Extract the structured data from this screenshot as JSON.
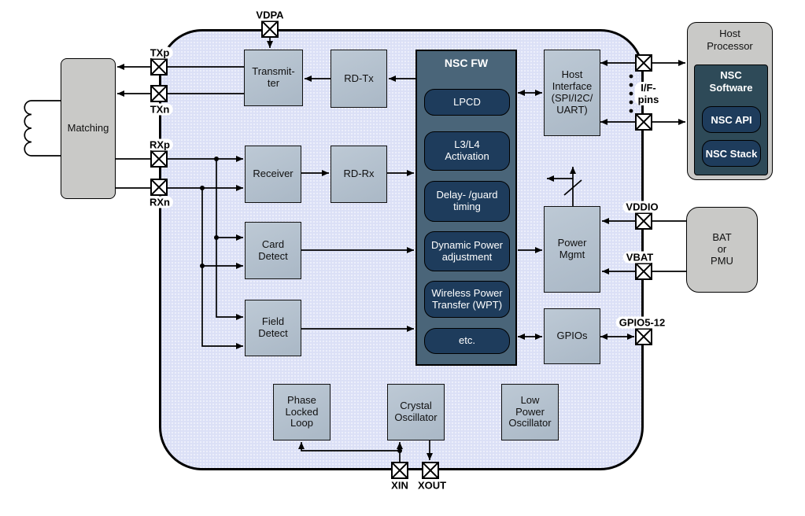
{
  "diagram": {
    "chip": {
      "transmitter": "Transmit-\nter",
      "rd_tx": "RD-Tx",
      "receiver": "Receiver",
      "rd_rx": "RD-Rx",
      "card_detect": "Card\nDetect",
      "field_detect": "Field\nDetect",
      "host_interface": "Host\nInterface\n(SPI/I2C/\nUART)",
      "power_mgmt": "Power\nMgmt",
      "gpios": "GPIOs",
      "pll": "Phase\nLocked\nLoop",
      "crystal_osc": "Crystal\nOscillator",
      "low_power_osc": "Low\nPower\nOscillator",
      "nsc_fw": {
        "title": "NSC FW",
        "modules": [
          "LPCD",
          "L3/L4\nActivation",
          "Delay- /guard\ntiming",
          "Dynamic Power\nadjustment",
          "Wireless Power\nTransfer (WPT)",
          "etc."
        ]
      }
    },
    "external": {
      "matching": "Matching",
      "host_processor": {
        "title": "Host\nProcessor",
        "nsc_software": {
          "title": "NSC\nSoftware",
          "nsc_api": "NSC API",
          "nsc_stack": "NSC Stack"
        }
      },
      "bat_pmu": "BAT\nor\nPMU"
    },
    "pins": {
      "vdpa": "VDPA",
      "txp": "TXp",
      "txn": "TXn",
      "rxp": "RXp",
      "rxn": "RXn",
      "if_pins": "I/F-\npins",
      "vddio": "VDDIO",
      "vbat": "VBAT",
      "gpio": "GPIO5-12",
      "xin": "XIN",
      "xout": "XOUT"
    },
    "colors": {
      "chip_fill": "#dbe0f6",
      "block_fill": "#b3c0cd",
      "nsc_fw_fill": "#4a6579",
      "module_fill": "#1e3c5c",
      "nsc_software_fill": "#2e4a58",
      "external_fill": "#c9c9c7",
      "wire": "#000000"
    }
  }
}
